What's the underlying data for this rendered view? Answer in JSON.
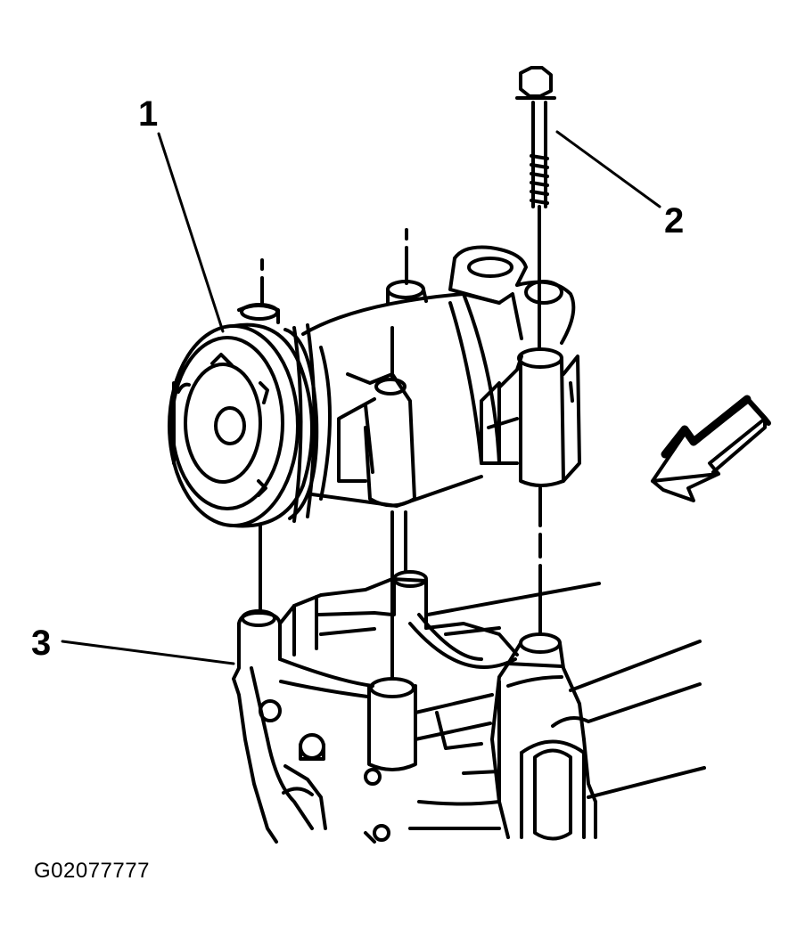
{
  "callouts": {
    "c1": "1",
    "c2": "2",
    "c3": "3"
  },
  "figure_id": "G02077777",
  "icons": {
    "direction_arrow": "view-direction-arrow-icon"
  },
  "colors": {
    "ink": "#000000",
    "paper": "#ffffff"
  }
}
